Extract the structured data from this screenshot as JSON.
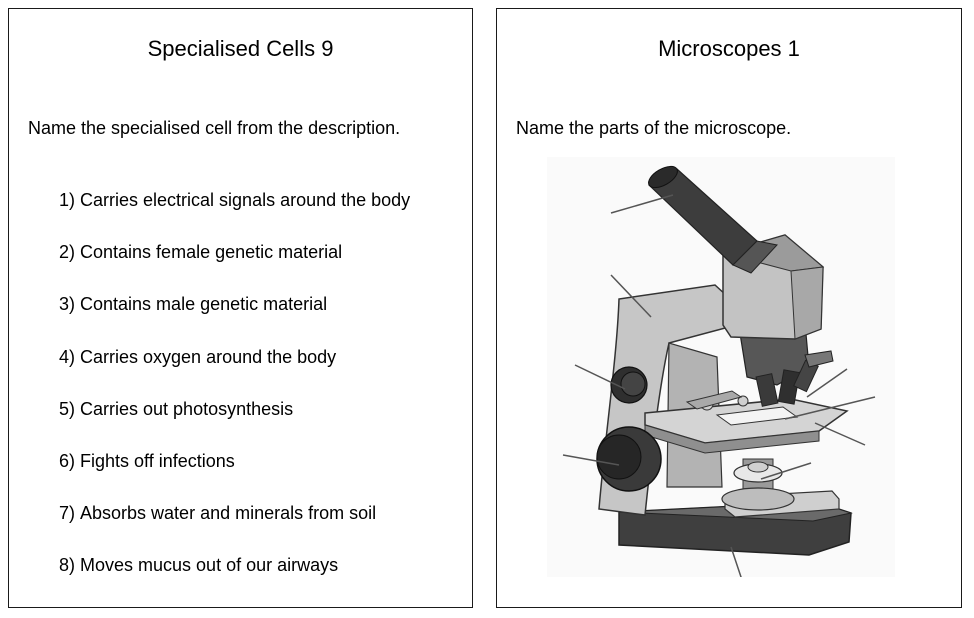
{
  "cards": [
    {
      "title": "Specialised Cells 9",
      "instruction": "Name the specialised cell from the description.",
      "questions": [
        {
          "num": "1)",
          "text": "Carries electrical signals around the body"
        },
        {
          "num": "2)",
          "text": "Contains female genetic material"
        },
        {
          "num": "3)",
          "text": "Contains male genetic material"
        },
        {
          "num": "4)",
          "text": "Carries oxygen around the body"
        },
        {
          "num": "5)",
          "text": "Carries out photosynthesis"
        },
        {
          "num": "6)",
          "text": "Fights off infections"
        },
        {
          "num": "7)",
          "text": "Absorbs water and minerals from soil"
        },
        {
          "num": "8)",
          "text": "Moves mucus out of our airways"
        }
      ]
    },
    {
      "title": "Microscopes 1",
      "instruction": "Name the parts of the microscope."
    }
  ],
  "colors": {
    "border": "#1a1a1a",
    "microscope_light": "#c9c9c9",
    "microscope_mid": "#9a9a9a",
    "microscope_dark": "#4a4a4a"
  }
}
